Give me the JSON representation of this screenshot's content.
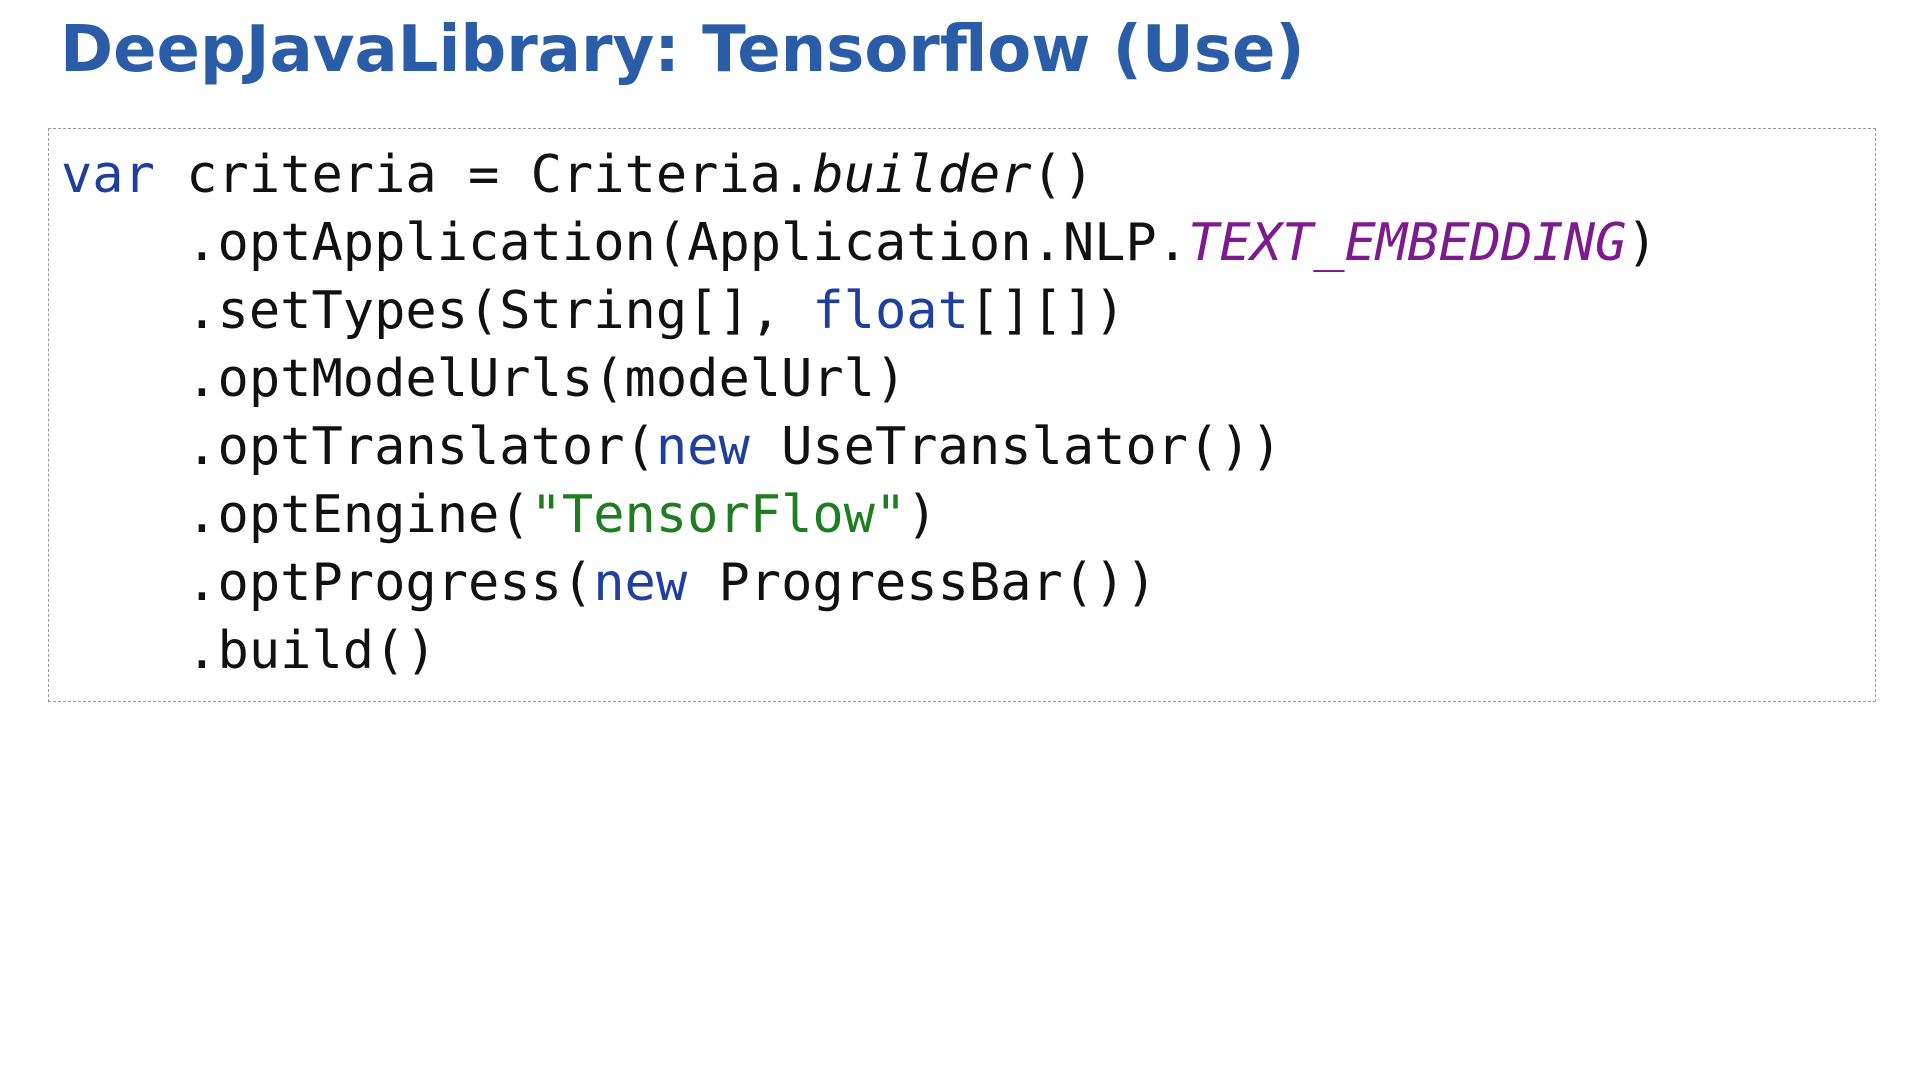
{
  "slide": {
    "title": "DeepJavaLibrary: Tensorflow (Use)"
  },
  "code": {
    "lines": [
      {
        "kw_var": "var",
        "text_a": " criteria = Criteria.",
        "method_builder": "builder",
        "text_b": "()"
      },
      {
        "indent": "    ",
        "text_a": ".optApplication(Application.NLP.",
        "const_text_embedding": "TEXT_EMBEDDING",
        "text_b": ")"
      },
      {
        "indent": "    ",
        "text_a": ".setTypes(String[], ",
        "kw_float": "float",
        "text_b": "[][])"
      },
      {
        "indent": "    ",
        "text_a": ".optModelUrls(modelUrl)"
      },
      {
        "indent": "    ",
        "text_a": ".optTranslator(",
        "kw_new": "new",
        "text_b": " UseTranslator())"
      },
      {
        "indent": "    ",
        "text_a": ".optEngine(",
        "str_engine": "\"TensorFlow\"",
        "text_b": ")"
      },
      {
        "indent": "    ",
        "text_a": ".optProgress(",
        "kw_new": "new",
        "text_b": " ProgressBar())"
      },
      {
        "indent": "    ",
        "text_a": ".build()"
      }
    ]
  },
  "colors": {
    "title": "#2a5ca8",
    "keyword": "#1f3f9e",
    "constant": "#7d1a8f",
    "string": "#1e7d1e",
    "border": "#9a9a9a"
  }
}
